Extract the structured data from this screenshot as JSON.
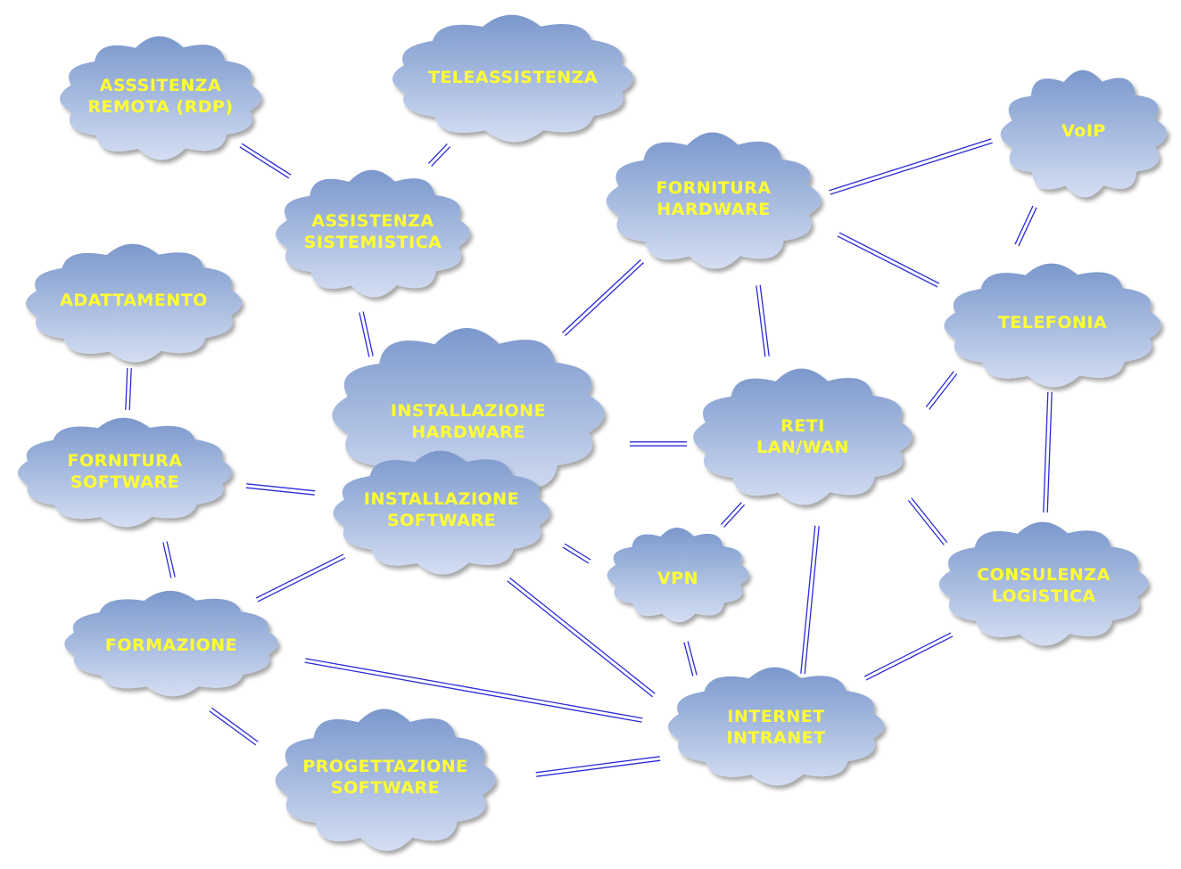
{
  "diagram": {
    "colors": {
      "cloud_top": "#7b98cc",
      "cloud_bottom": "#d4def3",
      "label": "#ffff33",
      "connector": "#2b2bd8",
      "background": "#ffffff"
    },
    "nodes": [
      {
        "id": "assistenza-remota",
        "lines": [
          "ASSSITENZA",
          "REMOTA (RDP)"
        ]
      },
      {
        "id": "teleassistenza",
        "lines": [
          "TELEASSISTENZA"
        ]
      },
      {
        "id": "assistenza-sistemistica",
        "lines": [
          "ASSISTENZA",
          "SISTEMISTICA"
        ]
      },
      {
        "id": "fornitura-hardware",
        "lines": [
          "FORNITURA",
          "HARDWARE"
        ]
      },
      {
        "id": "voip",
        "lines": [
          "VoIP"
        ]
      },
      {
        "id": "adattamento",
        "lines": [
          "ADATTAMENTO"
        ]
      },
      {
        "id": "telefonia",
        "lines": [
          "TELEFONIA"
        ]
      },
      {
        "id": "installazione-hardware",
        "lines": [
          "INSTALLAZIONE",
          "HARDWARE"
        ]
      },
      {
        "id": "reti-lan-wan",
        "lines": [
          "RETI",
          "LAN/WAN"
        ]
      },
      {
        "id": "fornitura-software",
        "lines": [
          "FORNITURA",
          "SOFTWARE"
        ]
      },
      {
        "id": "installazione-software",
        "lines": [
          "INSTALLAZIONE",
          "SOFTWARE"
        ]
      },
      {
        "id": "vpn",
        "lines": [
          "VPN"
        ]
      },
      {
        "id": "consulenza-logistica",
        "lines": [
          "CONSULENZA",
          "LOGISTICA"
        ]
      },
      {
        "id": "formazione",
        "lines": [
          "FORMAZIONE"
        ]
      },
      {
        "id": "internet-intranet",
        "lines": [
          "INTERNET",
          "INTRANET"
        ]
      },
      {
        "id": "progettazione-software",
        "lines": [
          "PROGETTAZIONE",
          "SOFTWARE"
        ]
      }
    ],
    "edges": [
      [
        "assistenza-remota",
        "assistenza-sistemistica"
      ],
      [
        "teleassistenza",
        "assistenza-sistemistica"
      ],
      [
        "assistenza-sistemistica",
        "installazione-hardware"
      ],
      [
        "fornitura-hardware",
        "installazione-hardware"
      ],
      [
        "fornitura-hardware",
        "reti-lan-wan"
      ],
      [
        "fornitura-hardware",
        "voip"
      ],
      [
        "fornitura-hardware",
        "telefonia"
      ],
      [
        "voip",
        "telefonia"
      ],
      [
        "adattamento",
        "fornitura-software"
      ],
      [
        "installazione-hardware",
        "reti-lan-wan"
      ],
      [
        "telefonia",
        "reti-lan-wan"
      ],
      [
        "telefonia",
        "consulenza-logistica"
      ],
      [
        "fornitura-software",
        "installazione-software"
      ],
      [
        "fornitura-software",
        "formazione"
      ],
      [
        "installazione-software",
        "formazione"
      ],
      [
        "installazione-software",
        "vpn"
      ],
      [
        "installazione-software",
        "internet-intranet"
      ],
      [
        "reti-lan-wan",
        "vpn"
      ],
      [
        "reti-lan-wan",
        "internet-intranet"
      ],
      [
        "reti-lan-wan",
        "consulenza-logistica"
      ],
      [
        "vpn",
        "internet-intranet"
      ],
      [
        "consulenza-logistica",
        "internet-intranet"
      ],
      [
        "formazione",
        "internet-intranet"
      ],
      [
        "formazione",
        "progettazione-software"
      ],
      [
        "progettazione-software",
        "internet-intranet"
      ]
    ]
  }
}
